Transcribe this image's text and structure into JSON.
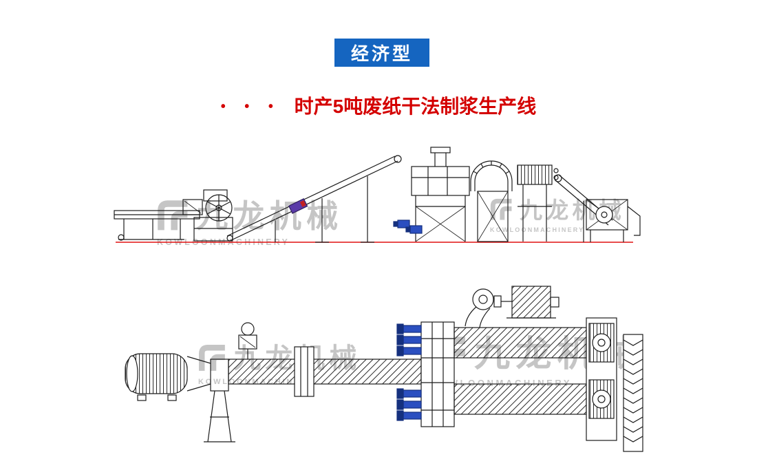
{
  "badge": {
    "label": "经济型",
    "bg_color": "#1565c0",
    "text_color": "#ffffff"
  },
  "title": {
    "bullets": "• • •",
    "text": "时产5吨废纸干法制浆生产线",
    "color": "#d40000"
  },
  "watermark": {
    "brand_cn": "九龙机械",
    "brand_en": "KOWLOONMACHINERY",
    "color": "#c5c5c5"
  },
  "colors": {
    "drawing_line": "#1b1b1b",
    "baseline_red": "#e01010",
    "fitting_blue": "#2b4fc0",
    "fitting_blue_dark": "#15307e",
    "material_purple": "#5a3aa8"
  }
}
